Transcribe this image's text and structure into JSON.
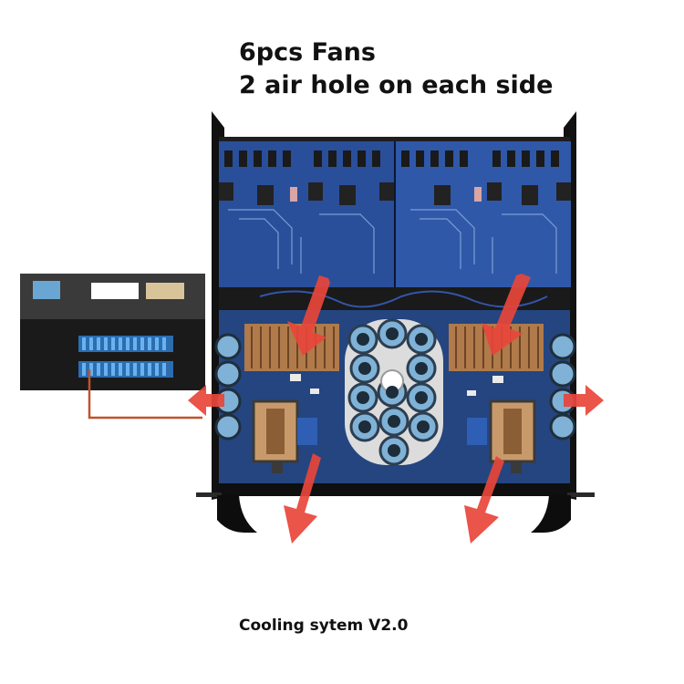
{
  "headline": {
    "line1": "6pcs Fans",
    "line2": "2 air hole on each side"
  },
  "caption": "Cooling sytem V2.0",
  "colors": {
    "pcb_blue": "#2a4f9a",
    "chassis": "#1a1a1a",
    "heatsink": "#b07a4a",
    "capacitor": "#7fb2d6",
    "airflow_arrow": "#e8453a",
    "vent_blue": "#3f8fd8",
    "pointer_line": "#c0532c"
  },
  "icons": [
    "airflow-arrow-icon"
  ]
}
